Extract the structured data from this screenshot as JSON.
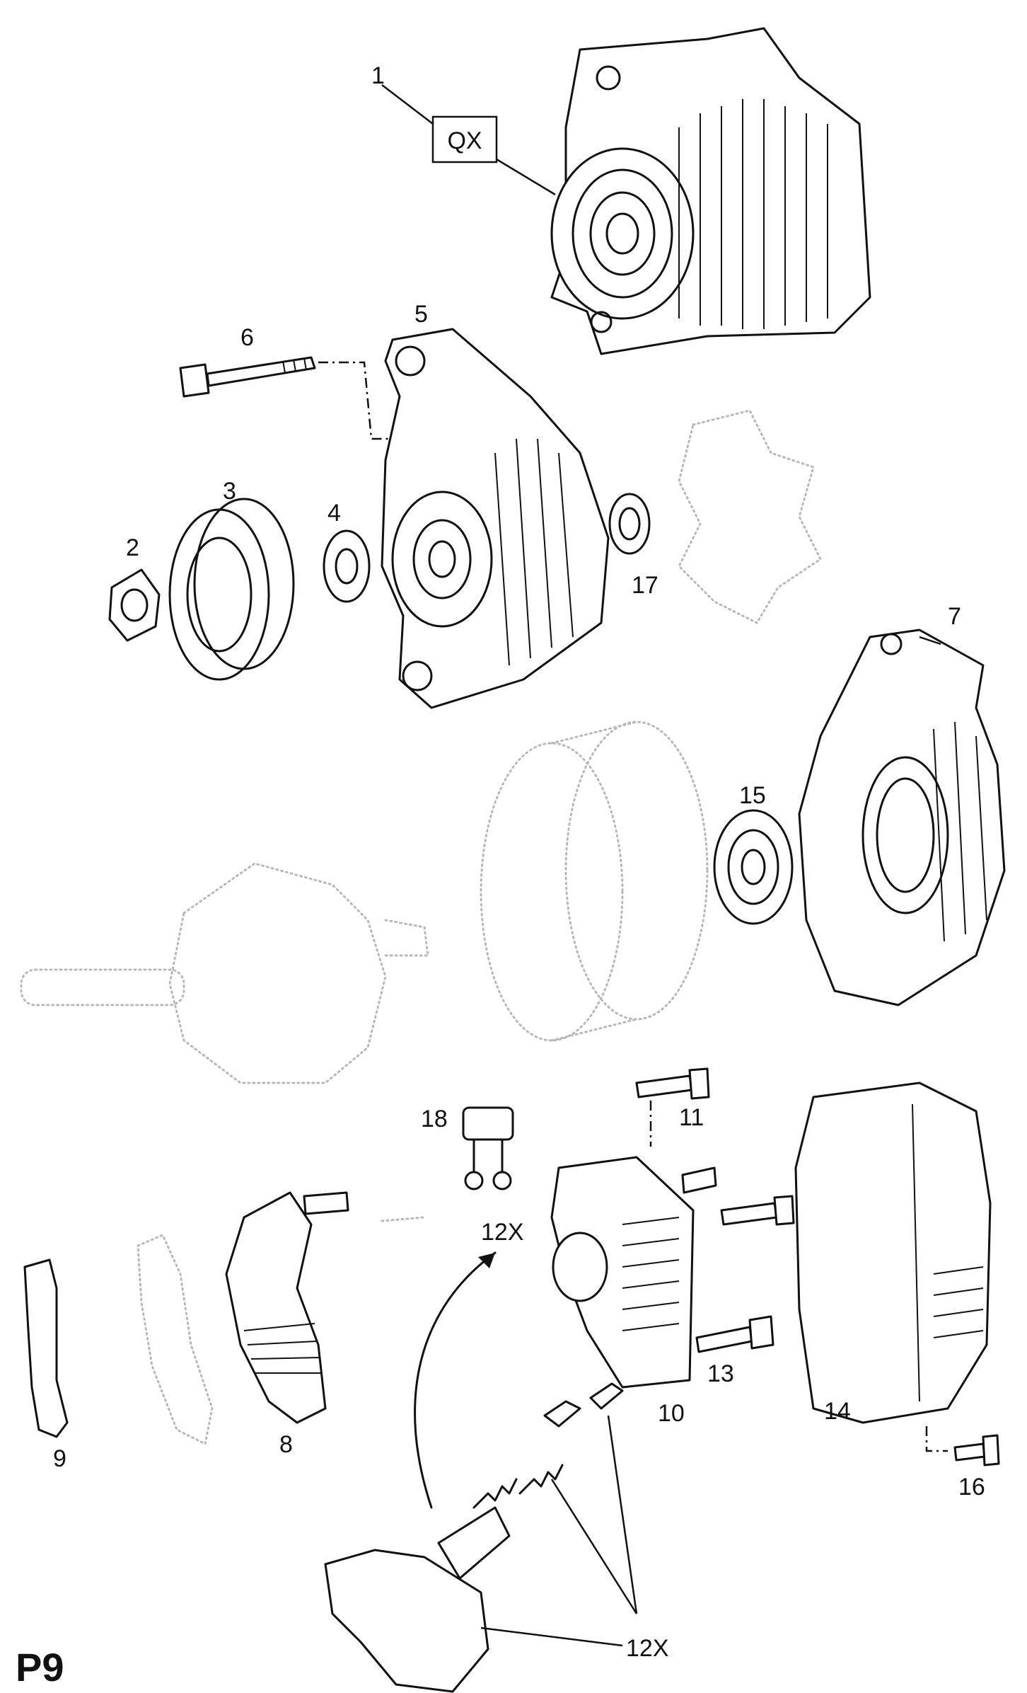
{
  "page_code": "P9",
  "assembly_code": "QX",
  "labels": {
    "n1": "1",
    "n2": "2",
    "n3": "3",
    "n4": "4",
    "n5": "5",
    "n6": "6",
    "n7": "7",
    "n8": "8",
    "n9": "9",
    "n10": "10",
    "n11": "11",
    "n12a": "12X",
    "n12b": "12X",
    "n13": "13",
    "n14": "14",
    "n15": "15",
    "n16": "16",
    "n17": "17",
    "n18": "18"
  },
  "colors": {
    "ink": "#111111",
    "ghost": "#b8b8b8",
    "background": "#ffffff"
  }
}
